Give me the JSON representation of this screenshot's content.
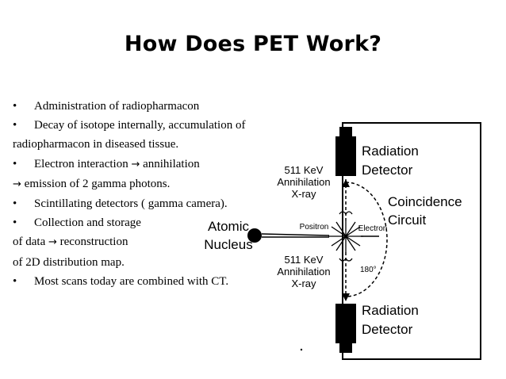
{
  "slide": {
    "title": "How Does PET Work?"
  },
  "bullets": {
    "marker": "•",
    "arrow": "→",
    "l1_text": "Administration of radiopharmacon",
    "l2_text": "Decay of isotope internally, accumulation of",
    "l3_text": "radiopharmacon in diseased tissue.",
    "l4_text": "Electron interaction ",
    "l4_tail": " annihilation",
    "l5_tail": " emission of 2 gamma photons.",
    "l6_text": "Scintillating detectors ( gamma camera).",
    "l7_text": "Collection and storage",
    "l8_head": " of data ",
    "l8_tail": " reconstruction",
    "l9_text": "of 2D distribution map.",
    "l10_text": "Most scans today are combined with CT."
  },
  "diagram": {
    "detector_top_line1": "Radiation",
    "detector_top_line2": "Detector",
    "detector_bottom_line1": "Radiation",
    "detector_bottom_line2": "Detector",
    "coincidence_line1": "Coincidence",
    "coincidence_line2": "Circuit",
    "atomic_line1": "Atomic",
    "atomic_line2": "Nucleus",
    "xray_top_line1": "511 KeV",
    "xray_top_line2": "Annihilation",
    "xray_top_line3": "X-ray",
    "xray_bottom_line1": "511 KeV",
    "xray_bottom_line2": "Annihilation",
    "xray_bottom_line3": "X-ray",
    "positron": "Positron",
    "electron": "Electron",
    "angle": "180°"
  }
}
